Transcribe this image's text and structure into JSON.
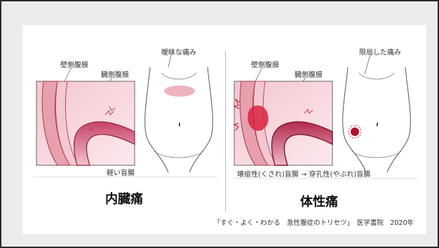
{
  "left_panel": {
    "label_parietal": "壁側腹膜",
    "label_visceral": "臓側腹膜",
    "label_vague_pain": "曖昧な痛み",
    "label_mild_appendix": "軽い盲腸",
    "title": "内臓痛"
  },
  "right_panel": {
    "label_parietal": "壁側腹膜",
    "label_visceral": "臓側腹膜",
    "label_localized_pain": "限局した痛み",
    "caption": "壊疽性(くされ)盲腸 → 穿孔性(やぶれ)盲腸",
    "title": "体性痛"
  },
  "citation": "「すぐ・よく・わかる　急性腹症のトリセツ」　医学書院　2020年",
  "colors": {
    "frame": "#2b2b2b",
    "tissue": "#e89aa8",
    "wall": "#b23a52",
    "pain": "#d8233f"
  }
}
